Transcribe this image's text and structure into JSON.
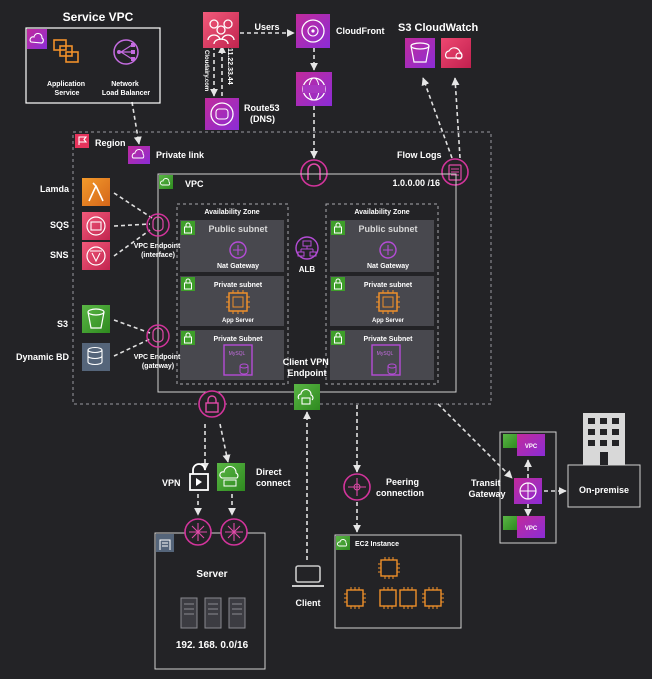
{
  "service_vpc": {
    "title": "Service VPC",
    "application_service": "Application\nService",
    "network_load_balancer": "Network\nLoad Balancer"
  },
  "users": {
    "label": "Users",
    "dns_name": "Cloudairy.com",
    "ip": "11.22.33.44"
  },
  "route53": {
    "label": "Route53\n(DNS)"
  },
  "cloudfront": {
    "label": "CloudFront"
  },
  "s3_cloudwatch": {
    "label": "S3 CloudWatch"
  },
  "region": {
    "label": "Region"
  },
  "private_link": {
    "label": "Private link"
  },
  "flow_logs": {
    "label": "Flow Logs"
  },
  "vpc": {
    "label": "VPC",
    "cidr": "1.0.0.00 /16"
  },
  "left_services": {
    "lamda": "Lamda",
    "sqs": "SQS",
    "sns": "SNS",
    "s3": "S3",
    "dynamic_bd": "Dynamic BD"
  },
  "endpoints": {
    "interface": "VPC Endpoint\n(interface)",
    "gateway": "VPC Endpoint\n(gateway)"
  },
  "availability_zones": [
    {
      "title": "Availability Zone",
      "public_subnet": "Public subnet",
      "nat_gateway": "Nat Gateway",
      "private_subnet": "Private subnet",
      "app_server": "App Server",
      "private_subnet_db": "Private Subnet",
      "db_text": "MySQL"
    },
    {
      "title": "Availability Zone",
      "public_subnet": "Public subnet",
      "nat_gateway": "Nat Gateway",
      "private_subnet": "Private subnet",
      "app_server": "App Server",
      "private_subnet_db": "Private Subnet",
      "db_text": "MySQL"
    }
  ],
  "alb": {
    "label": "ALB"
  },
  "client_vpn": {
    "label": "Client VPN\nEndpoint"
  },
  "vpn": {
    "label": "VPN"
  },
  "direct_connect": {
    "label": "Direct\nconnect"
  },
  "server": {
    "label": "Server",
    "cidr": "192. 168. 0.0/16"
  },
  "client": {
    "label": "Client"
  },
  "peering": {
    "label": "Peering\nconnection"
  },
  "ec2": {
    "label": "EC2 Instance"
  },
  "transit_gateway": {
    "label": "Transit\nGateway",
    "vpc_badge": "VPC"
  },
  "on_premise": {
    "label": "On-premise"
  },
  "colors": {
    "background": "#232326",
    "magenta": "#bf0e8f",
    "magenta_gradient_end": "#8b2cd6",
    "purple_icon": "#6a3fc4",
    "green": "#3e9e2a",
    "orange": "#e07b1d",
    "pink_red": "#e6345c",
    "slate": "#55657a"
  }
}
